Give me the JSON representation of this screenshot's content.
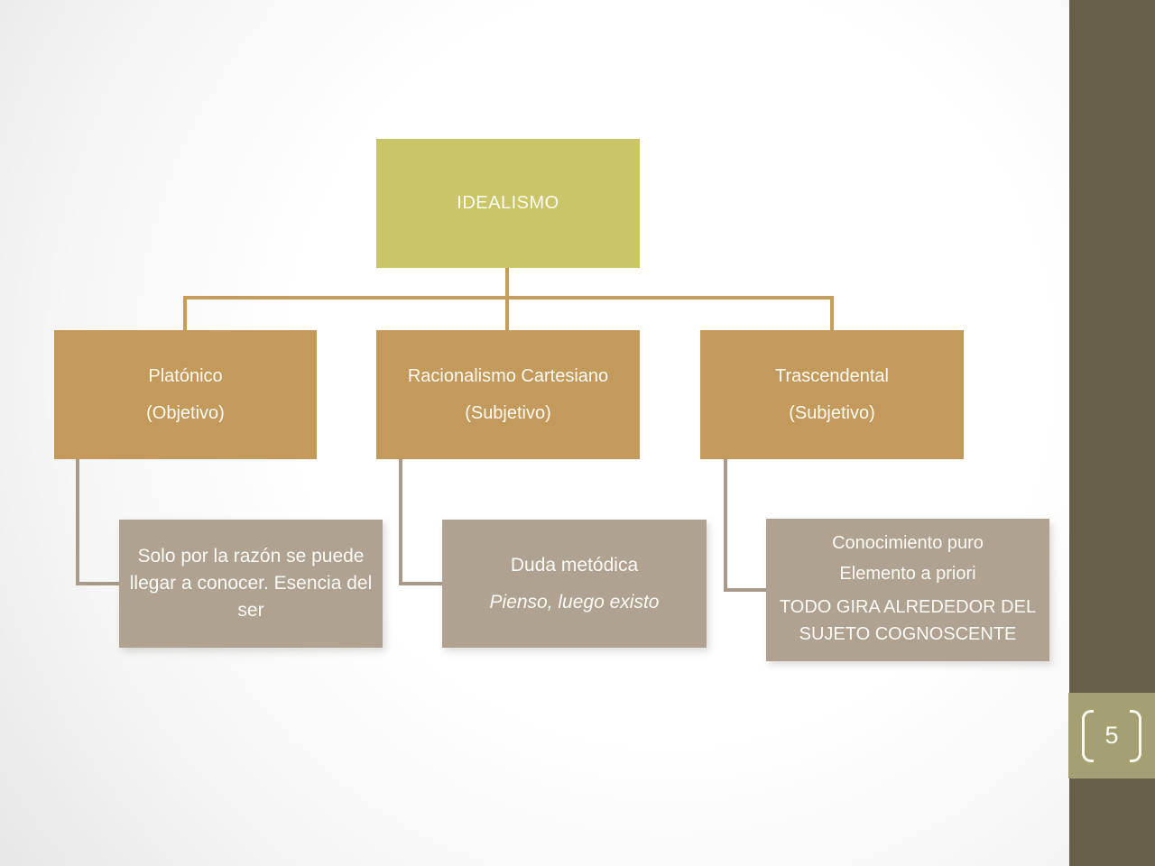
{
  "slide": {
    "page_number": "5",
    "colors": {
      "root_box": "#cbc56a",
      "branch_box": "#c49a5c",
      "detail_box": "#afa290",
      "connector_gold": "#c69d5f",
      "connector_gray": "#a79a88",
      "sidebar": "#675f48",
      "page_box": "#a4a073",
      "text": "#fcfaf4"
    }
  },
  "diagram": {
    "root_label": "IDEALISMO",
    "branches": [
      {
        "title": "Platónico",
        "subtitle": "(Objetivo)"
      },
      {
        "title": "Racionalismo Cartesiano",
        "subtitle": "(Subjetivo)"
      },
      {
        "title": "Trascendental",
        "subtitle": "(Subjetivo)"
      }
    ],
    "details": [
      {
        "lines": [
          "Solo por la razón se puede llegar a conocer. Esencia del ser"
        ]
      },
      {
        "lines": [
          "Duda metódica",
          "Pienso, luego existo"
        ]
      },
      {
        "lines": [
          "Conocimiento puro",
          "Elemento a priori",
          "TODO GIRA ALREDEDOR DEL SUJETO COGNOSCENTE"
        ]
      }
    ]
  }
}
